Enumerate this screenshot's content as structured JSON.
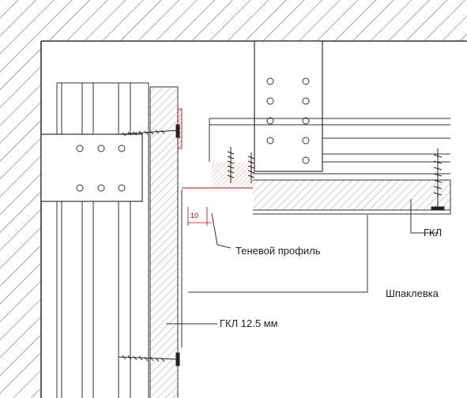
{
  "labels": {
    "shadow_profile": "Теневой профиль",
    "putty": "Шпаклевка",
    "gkl": "ГКЛ",
    "gkl_wall": "ГКЛ 12.5 мм",
    "dimension": "10"
  },
  "colors": {
    "line": "#333333",
    "hatch": "#555555",
    "accent": "#cc0000"
  }
}
